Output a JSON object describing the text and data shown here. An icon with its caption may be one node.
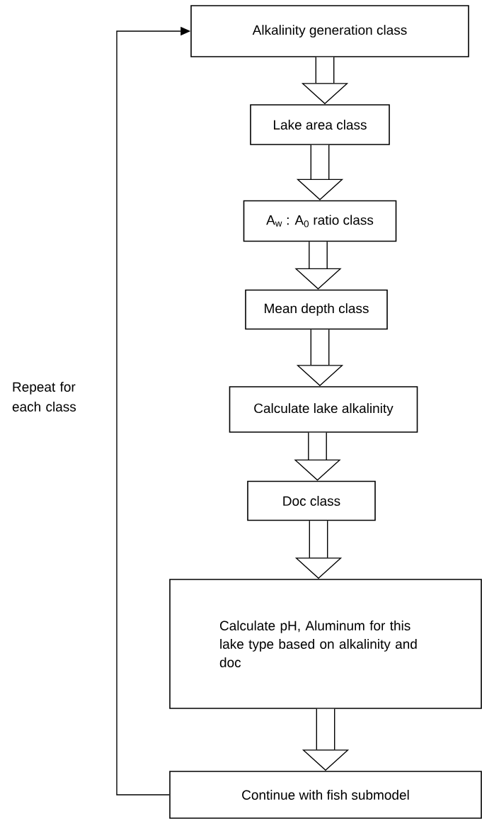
{
  "diagram": {
    "nodes": [
      {
        "text": [
          "Alkalinity generation class"
        ]
      },
      {
        "text": [
          "Lake area class"
        ]
      },
      {
        "text": [
          "A$_{w}$ : A$_{0}$ ratio class"
        ]
      },
      {
        "text": [
          "Mean depth class"
        ]
      },
      {
        "text": [
          "Calculate lake alkalinity"
        ]
      },
      {
        "text": [
          "Doc class"
        ]
      },
      {
        "text": [
          "Calculate pH, Aluminum for this lake type based on alkalinity and doc"
        ]
      },
      {
        "text": [
          "Continue with fish submodel"
        ]
      }
    ],
    "edges": [
      {
        "from": 0,
        "to": 1,
        "arrow": "to"
      },
      {
        "from": 1,
        "to": 2,
        "arrow": "to"
      },
      {
        "from": 2,
        "to": 3,
        "arrow": "to"
      },
      {
        "from": 3,
        "to": 4,
        "arrow": "to"
      },
      {
        "from": 4,
        "to": 5,
        "arrow": "to"
      },
      {
        "from": 5,
        "to": 6,
        "arrow": "to"
      },
      {
        "from": 6,
        "to": 7,
        "arrow": "to"
      },
      {
        "from": 7,
        "to": 0,
        "arrow": "to",
        "label": "Repeat for each class"
      }
    ]
  }
}
